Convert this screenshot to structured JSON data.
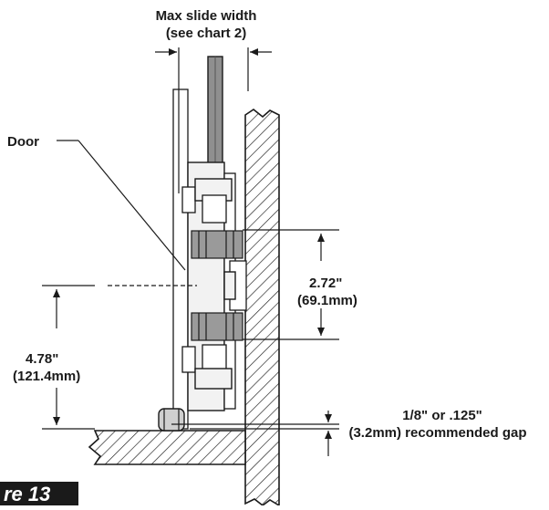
{
  "labels": {
    "max_slide_width_line1": "Max slide width",
    "max_slide_width_line2": "(see chart 2)",
    "door": "Door",
    "dim_a_in": "2.72\"",
    "dim_a_mm": "(69.1mm)",
    "dim_b_in": "4.78\"",
    "dim_b_mm": "(121.4mm)",
    "gap_line1": "1/8\" or .125\"",
    "gap_line2": "(3.2mm) recommended gap",
    "figure": "re 13"
  }
}
